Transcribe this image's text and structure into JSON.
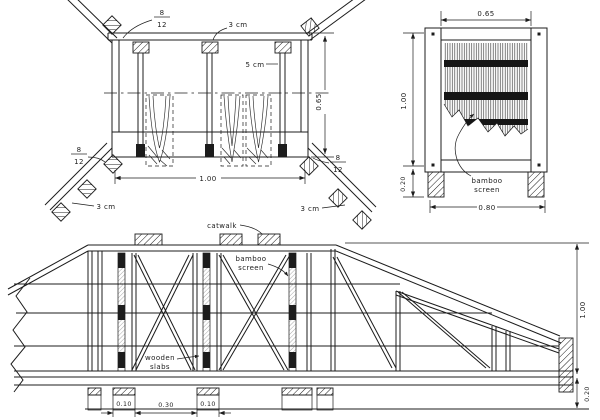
{
  "document": {
    "type": "technical-drawing",
    "description": "Timber flume / bamboo screen structure drawing with three views"
  },
  "colors": {
    "ink": "#1c1c1c",
    "paper": "#ffffff"
  },
  "cross_section": {
    "slope_num": "8",
    "slope_den": "12",
    "rail_label": "3 cm",
    "post_label": "5 cm",
    "block_label": "3 cm",
    "width_dim": "1.00",
    "height_dim": "0.65"
  },
  "end_view": {
    "width_dim": "0.65",
    "height_dim": "1.00",
    "foot_dim": "0.20",
    "base_dim": "0.80",
    "screen_label_1": "bamboo",
    "screen_label_2": "screen"
  },
  "side_elevation": {
    "catwalk_label": "catwalk",
    "screen_label_1": "bamboo",
    "screen_label_2": "screen",
    "slabs_label_1": "wooden",
    "slabs_label_2": "slabs",
    "height_dim": "1.00",
    "base_dim": "0.20",
    "footing_dim_left": "0.10",
    "footing_dim_right": "0.10",
    "spacing_dim": "0.30"
  }
}
